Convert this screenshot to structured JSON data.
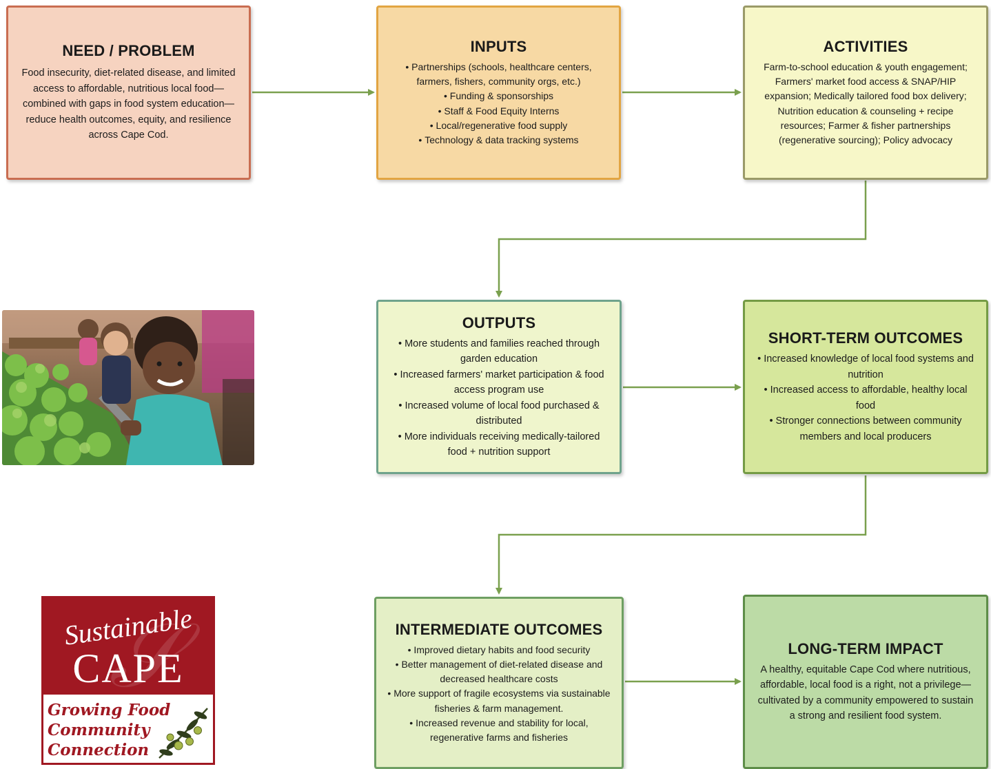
{
  "boxes": {
    "need": {
      "title": "NEED / PROBLEM",
      "text": "Food insecurity, diet-related disease, and limited access to affordable, nutritious local food—combined with gaps in food system education—reduce health outcomes, equity, and resilience across Cape Cod."
    },
    "inputs": {
      "title": "INPUTS",
      "items": [
        "Partnerships (schools, healthcare centers, farmers, fishers, community orgs, etc.)",
        "Funding & sponsorships",
        "Staff & Food Equity Interns",
        "Local/regenerative food supply",
        "Technology & data tracking systems"
      ]
    },
    "activities": {
      "title": "ACTIVITIES",
      "text": "Farm-to-school education & youth engagement; Farmers' market food access & SNAP/HIP expansion; Medically tailored food box delivery; Nutrition education & counseling + recipe resources; Farmer & fisher partnerships (regenerative sourcing); Policy advocacy"
    },
    "outputs": {
      "title": "OUTPUTS",
      "items": [
        "More students and families reached through garden education",
        "Increased farmers' market participation & food access program use",
        "Increased volume of local food purchased & distributed",
        "More individuals receiving medically-tailored food + nutrition support"
      ]
    },
    "short_term": {
      "title": "SHORT-TERM OUTCOMES",
      "items": [
        "Increased knowledge of  local food systems and nutrition",
        "Increased access to affordable, healthy local food",
        "Stronger connections between community members and local producers"
      ]
    },
    "intermediate": {
      "title": "INTERMEDIATE OUTCOMES",
      "items": [
        "Improved dietary habits and food security",
        "Better management of diet-related disease and decreased healthcare costs",
        "More support of fragile ecosystems via sustainable fisheries & farm management.",
        "Increased revenue and stability for local, regenerative farms and fisheries"
      ]
    },
    "long_term": {
      "title": "LONG-TERM IMPACT",
      "text": "A healthy, equitable Cape Cod where nutritious, affordable, local food is a right, not a privilege—cultivated by a community empowered to sustain a strong and resilient food system."
    }
  },
  "logo": {
    "word1": "Sustainable",
    "word2": "CAPE",
    "tagline": [
      "Growing Food",
      "Community",
      "Connection"
    ],
    "colors": {
      "brand": "#a01822"
    }
  },
  "photo": {
    "icon": "children-garden-photo"
  },
  "colors": {
    "arrow": "#7aa04e"
  }
}
